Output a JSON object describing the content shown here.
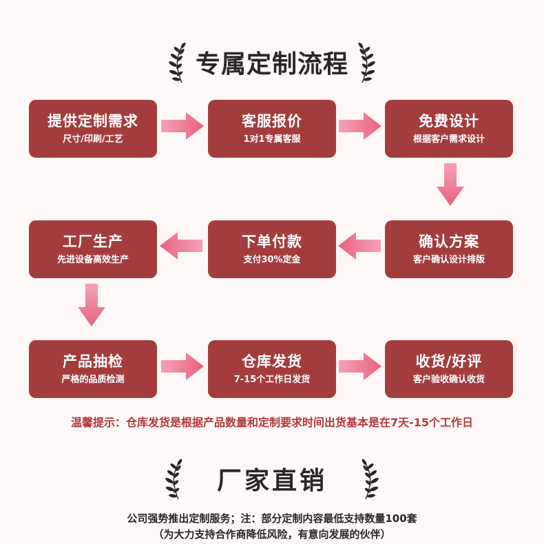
{
  "title": "专属定制流程",
  "steps": [
    {
      "title": "提供定制需求",
      "subtitle": "尺寸/印刷/工艺"
    },
    {
      "title": "客服报价",
      "subtitle": "1对1专属客服"
    },
    {
      "title": "免费设计",
      "subtitle": "根据客户需求设计"
    },
    {
      "title": "确认方案",
      "subtitle": "客户确认设计排版"
    },
    {
      "title": "下单付款",
      "subtitle": "支付30%定金"
    },
    {
      "title": "工厂生产",
      "subtitle": "先进设备高效生产"
    },
    {
      "title": "产品抽检",
      "subtitle": "严格的品质检测"
    },
    {
      "title": "仓库发货",
      "subtitle": "7-15个工作日发货"
    },
    {
      "title": "收货/好评",
      "subtitle": "客户验收确认收货"
    }
  ],
  "notice": "温馨提示：仓库发货是根据产品数量和定制要求时间出货基本是在7天-15个工作日",
  "section2_title": "厂家直销",
  "footer_line1": "公司强势推出定制服务；注：部分定制内容最低支持数量100套",
  "footer_line2": "（为大力支持合作商降低风险，有意向发展的伙伴）",
  "colors": {
    "background": "#fdf7f7",
    "box": "#a33d3d",
    "arrow_light": "#f5a0b8",
    "arrow_dark": "#e8637f",
    "notice": "#b2393c",
    "heading": "#2b2626"
  },
  "icons": {
    "laurel": "laurel-branch-icon",
    "arrow": "flow-arrow-icon"
  }
}
